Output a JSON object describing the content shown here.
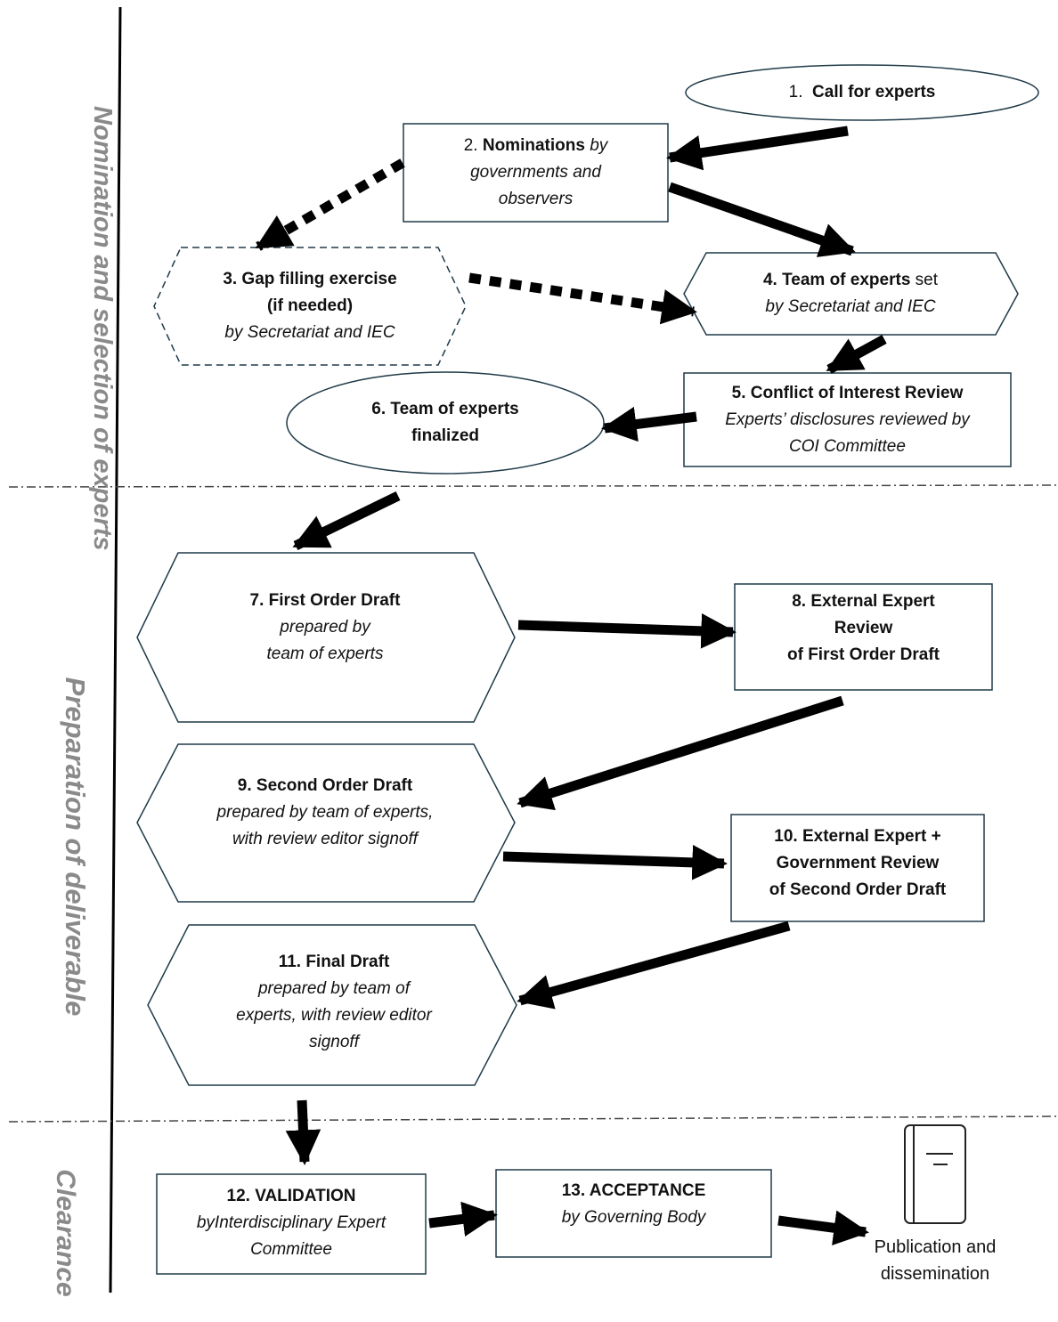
{
  "phases": {
    "nomination": {
      "line1": "Nomination and",
      "line2": "selection of experts"
    },
    "preparation": "Preparation of deliverable",
    "clearance": "Clearance"
  },
  "steps": {
    "s1": {
      "num": "1.",
      "title": "Call for experts"
    },
    "s2": {
      "num": "2.",
      "title": "Nominations",
      "by": "by",
      "line2": "governments and",
      "line3": "observers"
    },
    "s3": {
      "title": "3. Gap filling exercise",
      "title2": "(if needed)",
      "sub": "by Secretariat and IEC"
    },
    "s4": {
      "title": "4. Team of experts",
      "suffix": "set",
      "sub": "by Secretariat and IEC"
    },
    "s5": {
      "title": "5. Conflict of Interest Review",
      "sub1": "Experts’ disclosures reviewed by",
      "sub2": "COI Committee"
    },
    "s6": {
      "title": "6. Team of experts",
      "title2": "finalized"
    },
    "s7": {
      "title": "7. First Order Draft",
      "sub1": "prepared by",
      "sub2": "team of experts"
    },
    "s8": {
      "line1": "8. External Expert",
      "line2": "Review",
      "line3": "of First Order Draft"
    },
    "s9": {
      "title": "9. Second Order Draft",
      "sub1": "prepared by team of experts,",
      "sub2": "with review editor signoff"
    },
    "s10": {
      "line1": "10. External Expert +",
      "line2": "Government Review",
      "line3": "of Second Order Draft"
    },
    "s11": {
      "title": "11. Final Draft",
      "sub1": "prepared by team of",
      "sub2": "experts, with review editor",
      "sub3": "signoff"
    },
    "s12": {
      "title": "12. VALIDATION",
      "sub1": "byInterdisciplinary Expert",
      "sub2": "Committee"
    },
    "s13": {
      "title": "13. ACCEPTANCE",
      "sub": "by Governing Body"
    }
  },
  "publication": {
    "line1": "Publication and",
    "line2": "dissemination",
    "icon": "book-icon"
  },
  "colors": {
    "border": "#1f3a48",
    "arrow": "#000000",
    "phase_text": "#8a8a8a"
  }
}
